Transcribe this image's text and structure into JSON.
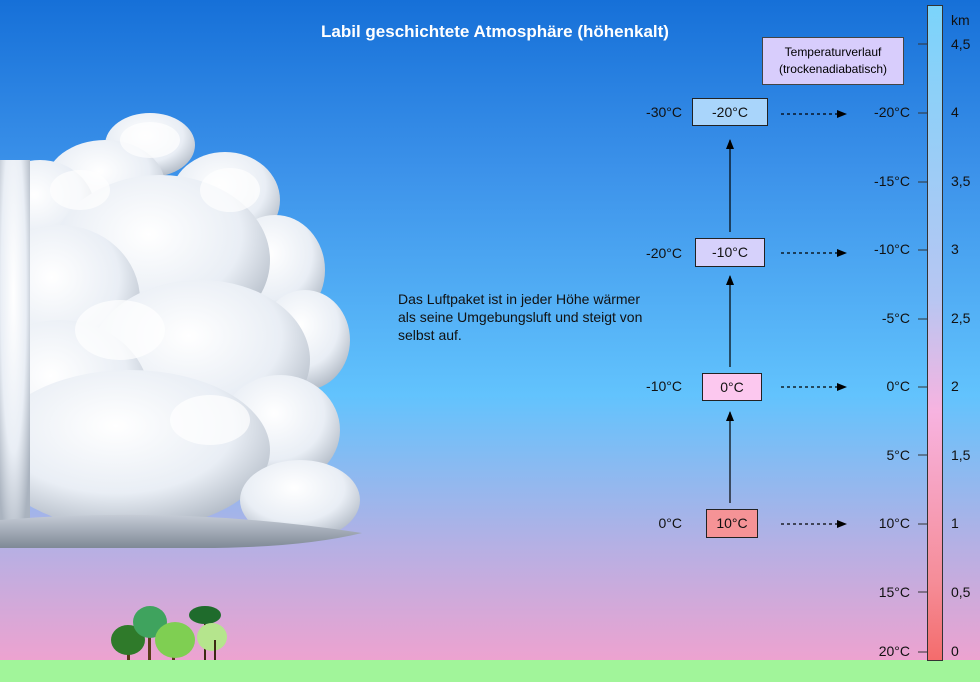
{
  "title": "Labil geschichtete Atmosphäre (höhenkalt)",
  "description": "Das Luftpaket ist in jeder Höhe wärmer als seine Umgebungsluft und steigt von selbst auf.",
  "legend": {
    "line1": "Temperaturverlauf",
    "line2": "(trockenadiabatisch)"
  },
  "environment_temps": [
    "-30°C",
    "-20°C",
    "-10°C",
    "0°C"
  ],
  "parcel_temps": [
    "-20°C",
    "-10°C",
    "0°C",
    "10°C"
  ],
  "scale_temps": [
    "-20°C",
    "-15°C",
    "-10°C",
    "-5°C",
    "0°C",
    "5°C",
    "10°C",
    "15°C",
    "20°C"
  ],
  "km_unit": "km",
  "km_labels": [
    "4,5",
    "4",
    "3,5",
    "3",
    "2,5",
    "2",
    "1,5",
    "1",
    "0,5",
    "0"
  ],
  "colors": {
    "parcel_cold": "#a9d5fb",
    "parcel_cool": "#d6d1fb",
    "parcel_mild": "#fcc8ef",
    "parcel_warm": "#f59396"
  }
}
